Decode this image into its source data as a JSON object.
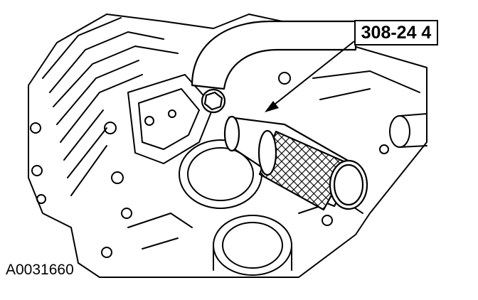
{
  "callout": {
    "text": "308-24 4"
  },
  "figure": {
    "id": "A0031660"
  },
  "icons": {
    "housing": "transmission-case-drawing",
    "tool": "special-tool-drawing",
    "pointer": "leader-arrow"
  }
}
